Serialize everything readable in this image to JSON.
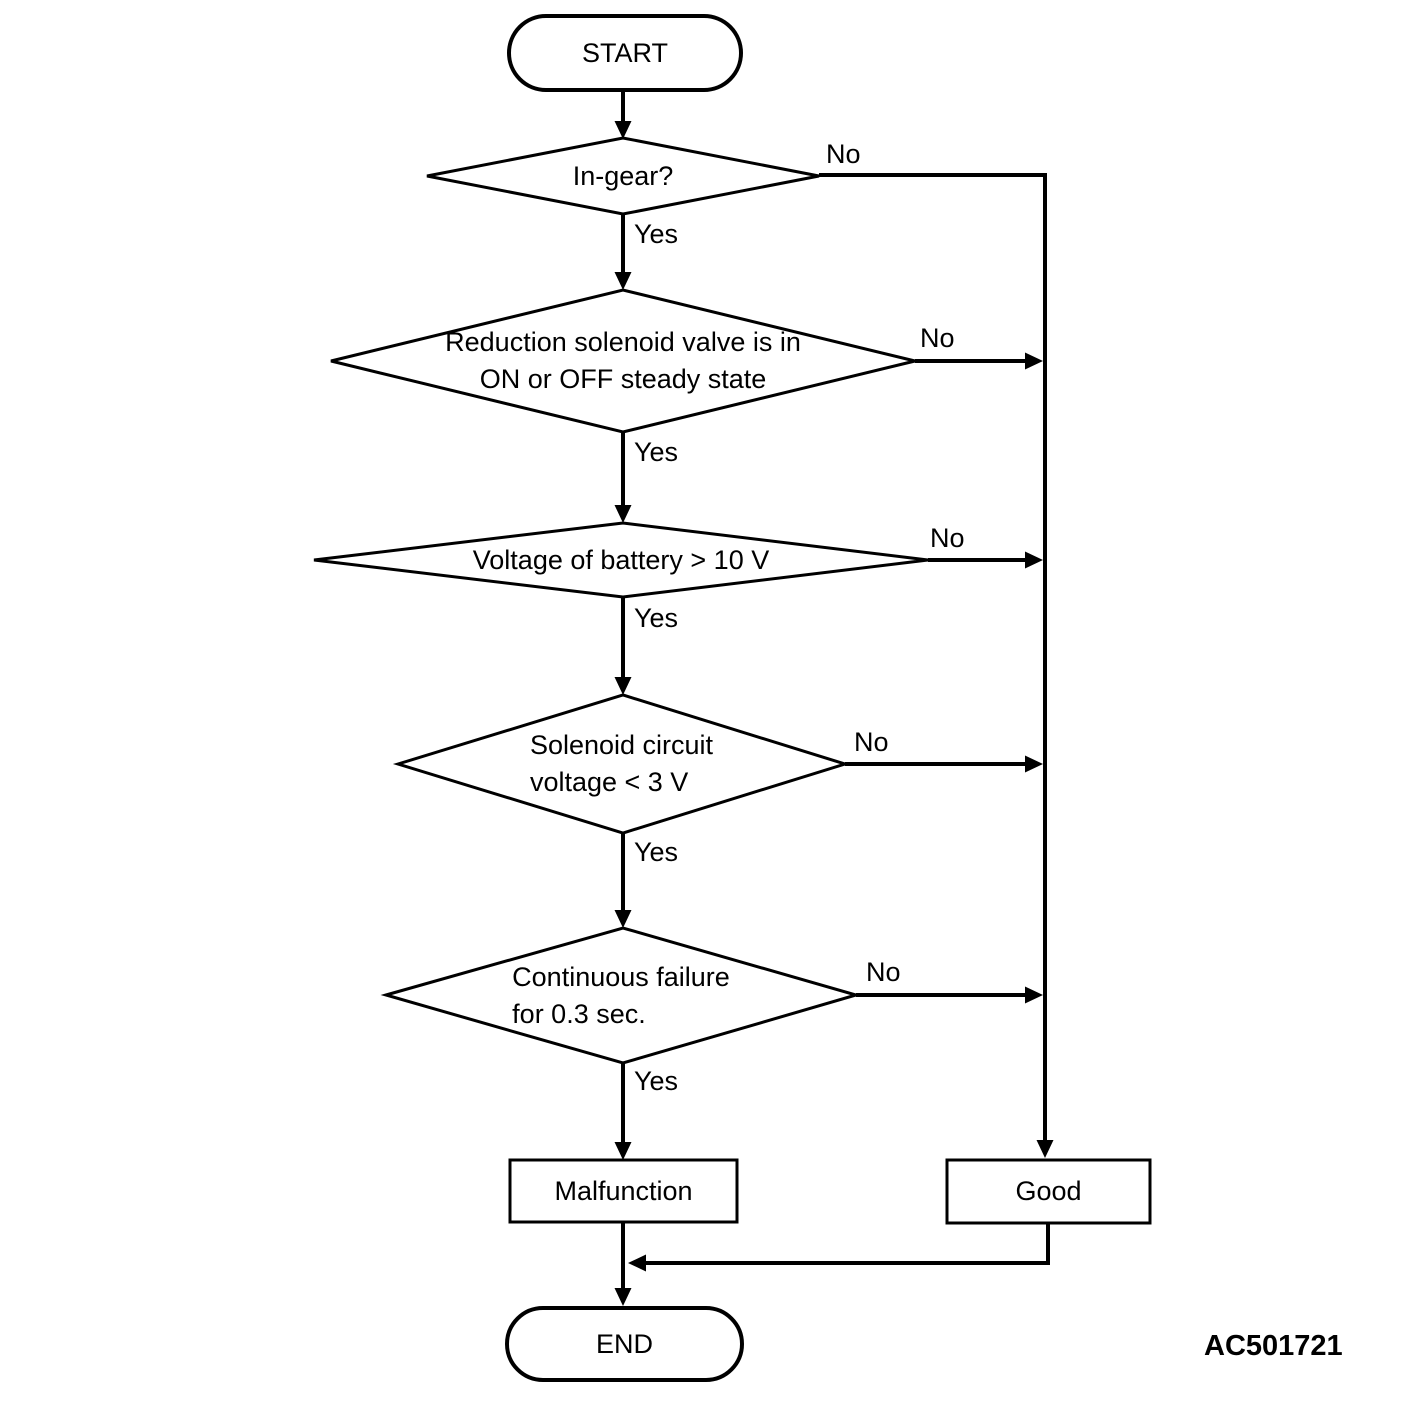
{
  "diagram": {
    "type": "flowchart",
    "background_color": "#ffffff",
    "line_color": "#000000",
    "figure_code": "AC501721",
    "nodes": {
      "start": {
        "shape": "terminator",
        "label": "START"
      },
      "in_gear": {
        "shape": "decision",
        "label": "In-gear?"
      },
      "reduction_solenoid": {
        "shape": "decision",
        "label": "Reduction solenoid valve is in\nON or OFF steady state"
      },
      "battery_voltage": {
        "shape": "decision",
        "label": "Voltage of battery > 10 V"
      },
      "solenoid_circuit": {
        "shape": "decision",
        "label": "Solenoid circuit\nvoltage < 3 V"
      },
      "continuous_failure": {
        "shape": "decision",
        "label": "Continuous failure\nfor 0.3 sec."
      },
      "malfunction": {
        "shape": "process",
        "label": "Malfunction"
      },
      "good": {
        "shape": "process",
        "label": "Good"
      },
      "end": {
        "shape": "terminator",
        "label": "END"
      }
    },
    "edges": {
      "start_to_in_gear": {
        "from": "start",
        "to": "in_gear",
        "label": ""
      },
      "in_gear_yes": {
        "from": "in_gear",
        "to": "reduction_solenoid",
        "label": "Yes"
      },
      "in_gear_no": {
        "from": "in_gear",
        "to": "good",
        "label": "No"
      },
      "reduction_solenoid_yes": {
        "from": "reduction_solenoid",
        "to": "battery_voltage",
        "label": "Yes"
      },
      "reduction_solenoid_no": {
        "from": "reduction_solenoid",
        "to": "good",
        "label": "No"
      },
      "battery_voltage_yes": {
        "from": "battery_voltage",
        "to": "solenoid_circuit",
        "label": "Yes"
      },
      "battery_voltage_no": {
        "from": "battery_voltage",
        "to": "good",
        "label": "No"
      },
      "solenoid_circuit_yes": {
        "from": "solenoid_circuit",
        "to": "continuous_failure",
        "label": "Yes"
      },
      "solenoid_circuit_no": {
        "from": "solenoid_circuit",
        "to": "good",
        "label": "No"
      },
      "continuous_failure_yes": {
        "from": "continuous_failure",
        "to": "malfunction",
        "label": "Yes"
      },
      "continuous_failure_no": {
        "from": "continuous_failure",
        "to": "good",
        "label": "No"
      },
      "malfunction_to_end": {
        "from": "malfunction",
        "to": "end",
        "label": ""
      },
      "good_to_end": {
        "from": "good",
        "to": "end",
        "label": ""
      }
    }
  }
}
